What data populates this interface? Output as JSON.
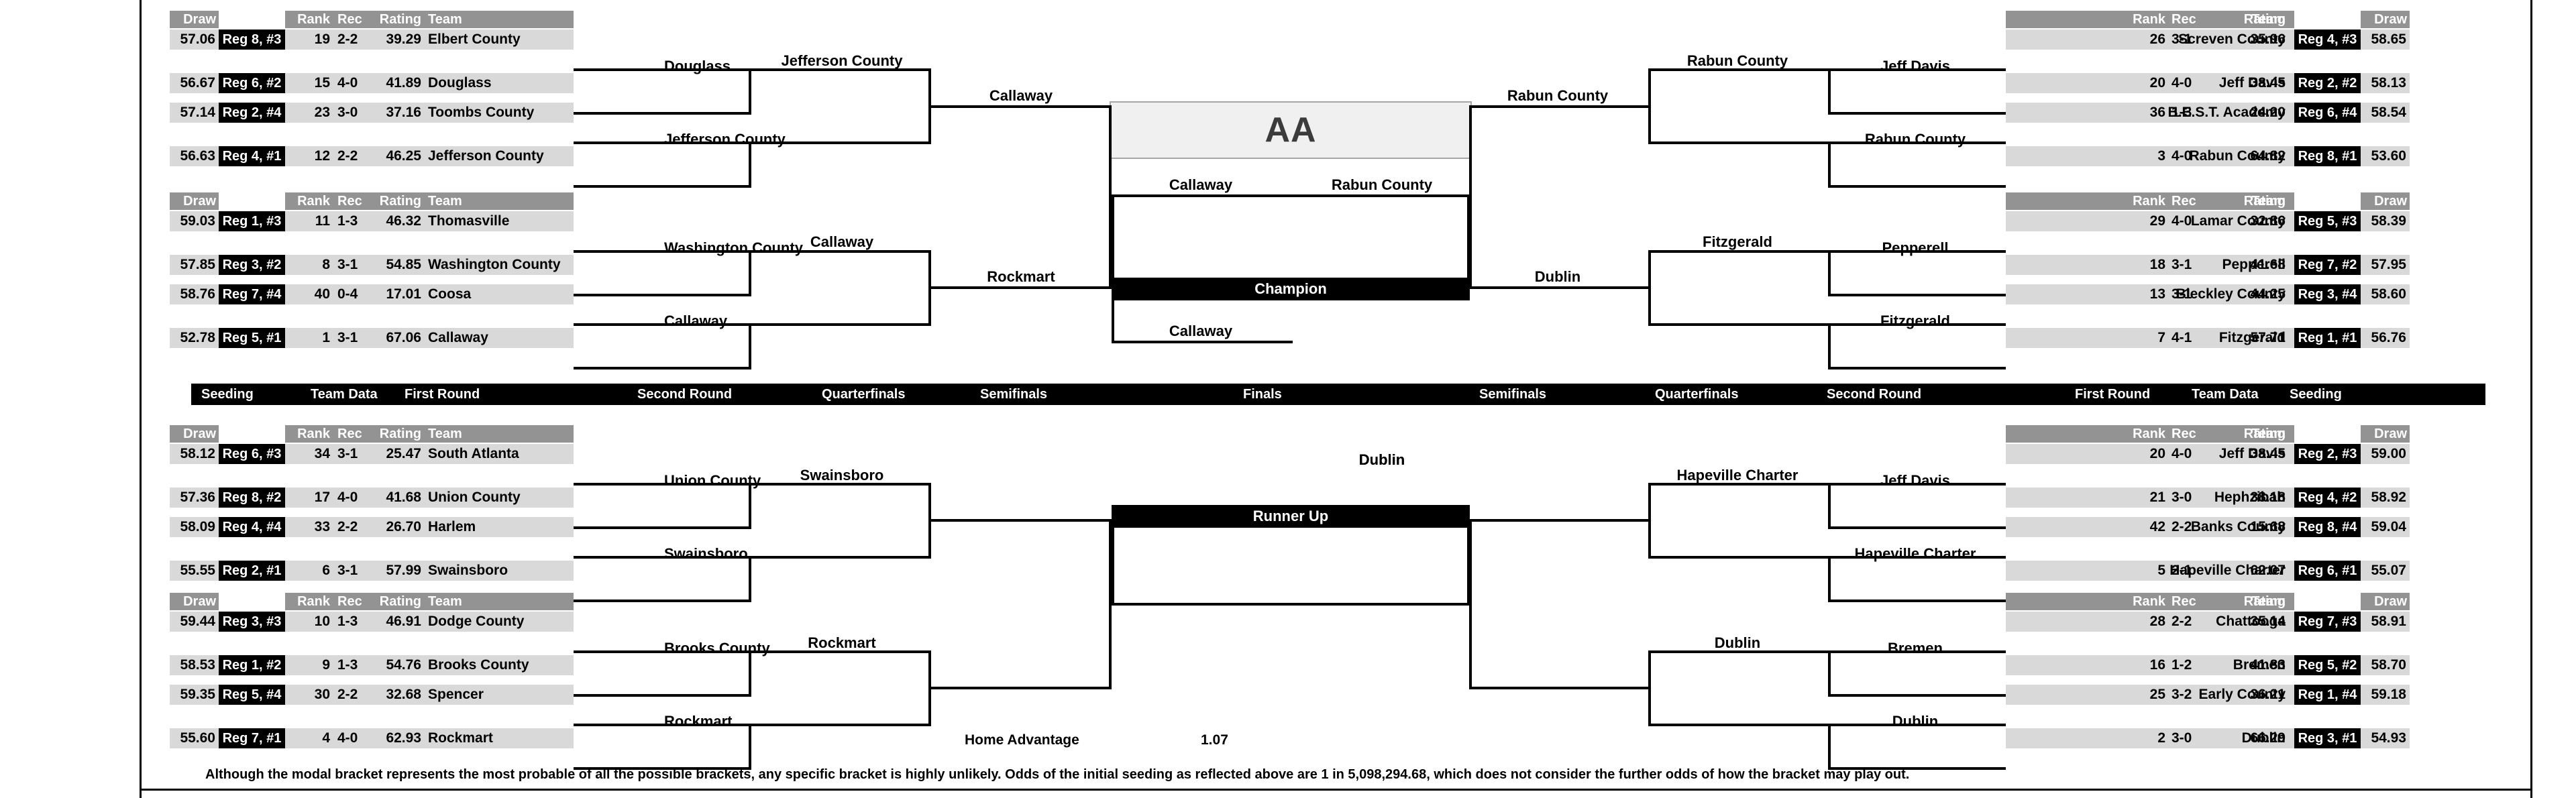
{
  "title": "AA",
  "finals": {
    "champion_label": "Champion",
    "runner_up_label": "Runner Up"
  },
  "round_labels_left": [
    "Seeding",
    "Team Data",
    "First Round",
    "Second Round",
    "Quarterfinals",
    "Semifinals",
    "Finals"
  ],
  "round_labels_right": [
    "Semifinals",
    "Quarterfinals",
    "Second Round",
    "First Round",
    "Team Data",
    "Seeding"
  ],
  "columns": {
    "draw": "Draw",
    "rank": "Rank",
    "rec": "Rec",
    "rating": "Rating",
    "team": "Team"
  },
  "home_advantage": {
    "label": "Home Advantage",
    "value": "1.07"
  },
  "footnote": "Although the modal bracket represents the most probable of all the possible brackets, any specific bracket is highly unlikely.  Odds of the initial seeding as reflected above are 1 in 5,098,294.68, which does not consider the further odds of how the bracket may play out.",
  "quadrants": {
    "top_left": [
      {
        "draw": "57.06",
        "region": "Reg 8, #3",
        "rank": "19",
        "rec": "2-2",
        "rating": "39.29",
        "team": "Elbert County"
      },
      {
        "draw": "56.67",
        "region": "Reg 6, #2",
        "rank": "15",
        "rec": "4-0",
        "rating": "41.89",
        "team": "Douglass"
      },
      {
        "draw": "57.14",
        "region": "Reg 2, #4",
        "rank": "23",
        "rec": "3-0",
        "rating": "37.16",
        "team": "Toombs County"
      },
      {
        "draw": "56.63",
        "region": "Reg 4, #1",
        "rank": "12",
        "rec": "2-2",
        "rating": "46.25",
        "team": "Jefferson County"
      }
    ],
    "mid_left": [
      {
        "draw": "59.03",
        "region": "Reg 1, #3",
        "rank": "11",
        "rec": "1-3",
        "rating": "46.32",
        "team": "Thomasville"
      },
      {
        "draw": "57.85",
        "region": "Reg 3, #2",
        "rank": "8",
        "rec": "3-1",
        "rating": "54.85",
        "team": "Washington County"
      },
      {
        "draw": "58.76",
        "region": "Reg 7, #4",
        "rank": "40",
        "rec": "0-4",
        "rating": "17.01",
        "team": "Coosa"
      },
      {
        "draw": "52.78",
        "region": "Reg 5, #1",
        "rank": "1",
        "rec": "3-1",
        "rating": "67.06",
        "team": "Callaway"
      }
    ],
    "lower_left": [
      {
        "draw": "58.12",
        "region": "Reg 6, #3",
        "rank": "34",
        "rec": "3-1",
        "rating": "25.47",
        "team": "South Atlanta"
      },
      {
        "draw": "57.36",
        "region": "Reg 8, #2",
        "rank": "17",
        "rec": "4-0",
        "rating": "41.68",
        "team": "Union County"
      },
      {
        "draw": "58.09",
        "region": "Reg 4, #4",
        "rank": "33",
        "rec": "2-2",
        "rating": "26.70",
        "team": "Harlem"
      },
      {
        "draw": "55.55",
        "region": "Reg 2, #1",
        "rank": "6",
        "rec": "3-1",
        "rating": "57.99",
        "team": "Swainsboro"
      }
    ],
    "bottom_left": [
      {
        "draw": "59.44",
        "region": "Reg 3, #3",
        "rank": "10",
        "rec": "1-3",
        "rating": "46.91",
        "team": "Dodge County"
      },
      {
        "draw": "58.53",
        "region": "Reg 1, #2",
        "rank": "9",
        "rec": "1-3",
        "rating": "54.76",
        "team": "Brooks County"
      },
      {
        "draw": "59.35",
        "region": "Reg 5, #4",
        "rank": "30",
        "rec": "2-2",
        "rating": "32.68",
        "team": "Spencer"
      },
      {
        "draw": "55.60",
        "region": "Reg 7, #1",
        "rank": "4",
        "rec": "4-0",
        "rating": "62.93",
        "team": "Rockmart"
      }
    ],
    "top_right": [
      {
        "team": "Screven County",
        "rank": "26",
        "rec": "3-1",
        "rating": "35.96",
        "region": "Reg 4, #3",
        "draw": "58.65"
      },
      {
        "team": "Jeff Davis",
        "rank": "20",
        "rec": "4-0",
        "rating": "38.45",
        "region": "Reg 2, #2",
        "draw": "58.13"
      },
      {
        "team": "B.E.S.T. Academy",
        "rank": "36",
        "rec": "1-3",
        "rating": "24.20",
        "region": "Reg 6, #4",
        "draw": "58.54"
      },
      {
        "team": "Rabun County",
        "rank": "3",
        "rec": "4-0",
        "rating": "64.82",
        "region": "Reg 8, #1",
        "draw": "53.60"
      }
    ],
    "mid_right": [
      {
        "team": "Lamar County",
        "rank": "29",
        "rec": "4-0",
        "rating": "32.86",
        "region": "Reg 5, #3",
        "draw": "58.39"
      },
      {
        "team": "Pepperell",
        "rank": "18",
        "rec": "3-1",
        "rating": "41.68",
        "region": "Reg 7, #2",
        "draw": "57.95"
      },
      {
        "team": "Bleckley County",
        "rank": "13",
        "rec": "3-1",
        "rating": "44.25",
        "region": "Reg 3, #4",
        "draw": "58.60"
      },
      {
        "team": "Fitzgerald",
        "rank": "7",
        "rec": "4-1",
        "rating": "57.71",
        "region": "Reg 1, #1",
        "draw": "56.76"
      }
    ],
    "lower_right": [
      {
        "team": "Jeff Davis",
        "rank": "20",
        "rec": "4-0",
        "rating": "38.45",
        "region": "Reg 2, #3",
        "draw": "59.00"
      },
      {
        "team": "Hephzibah",
        "rank": "21",
        "rec": "3-0",
        "rating": "38.18",
        "region": "Reg 4, #2",
        "draw": "58.92"
      },
      {
        "team": "Banks County",
        "rank": "42",
        "rec": "2-2",
        "rating": "15.68",
        "region": "Reg 8, #4",
        "draw": "59.04"
      },
      {
        "team": "Hapeville Charter",
        "rank": "5",
        "rec": "2-1",
        "rating": "62.07",
        "region": "Reg 6, #1",
        "draw": "55.07"
      }
    ],
    "bottom_right": [
      {
        "team": "Chattooga",
        "rank": "28",
        "rec": "2-2",
        "rating": "35.14",
        "region": "Reg 7, #3",
        "draw": "58.91"
      },
      {
        "team": "Bremen",
        "rank": "16",
        "rec": "1-2",
        "rating": "41.83",
        "region": "Reg 5, #2",
        "draw": "58.70"
      },
      {
        "team": "Early County",
        "rank": "25",
        "rec": "3-2",
        "rating": "36.21",
        "region": "Reg 1, #4",
        "draw": "59.18"
      },
      {
        "team": "Dublin",
        "rank": "2",
        "rec": "3-0",
        "rating": "66.29",
        "region": "Reg 3, #1",
        "draw": "54.93"
      }
    ]
  },
  "winners": {
    "left_r1": [
      "Douglass",
      "Jefferson County",
      "Washington County",
      "Callaway",
      "Union County",
      "Swainsboro",
      "Brooks County",
      "Rockmart"
    ],
    "left_r2": [
      "Jefferson County",
      "Callaway",
      "Swainsboro",
      "Rockmart"
    ],
    "left_r3": [
      "Callaway",
      "Rockmart"
    ],
    "left_r4": [
      "Callaway",
      "Dublin"
    ],
    "right_r1": [
      "Jeff Davis",
      "Rabun County",
      "Pepperell",
      "Fitzgerald",
      "Jeff Davis",
      "Hapeville Charter",
      "Bremen",
      "Dublin"
    ],
    "right_r2": [
      "Rabun County",
      "Fitzgerald",
      "Hapeville Charter",
      "Dublin"
    ],
    "right_r3": [
      "Rabun County",
      "Dublin"
    ]
  }
}
